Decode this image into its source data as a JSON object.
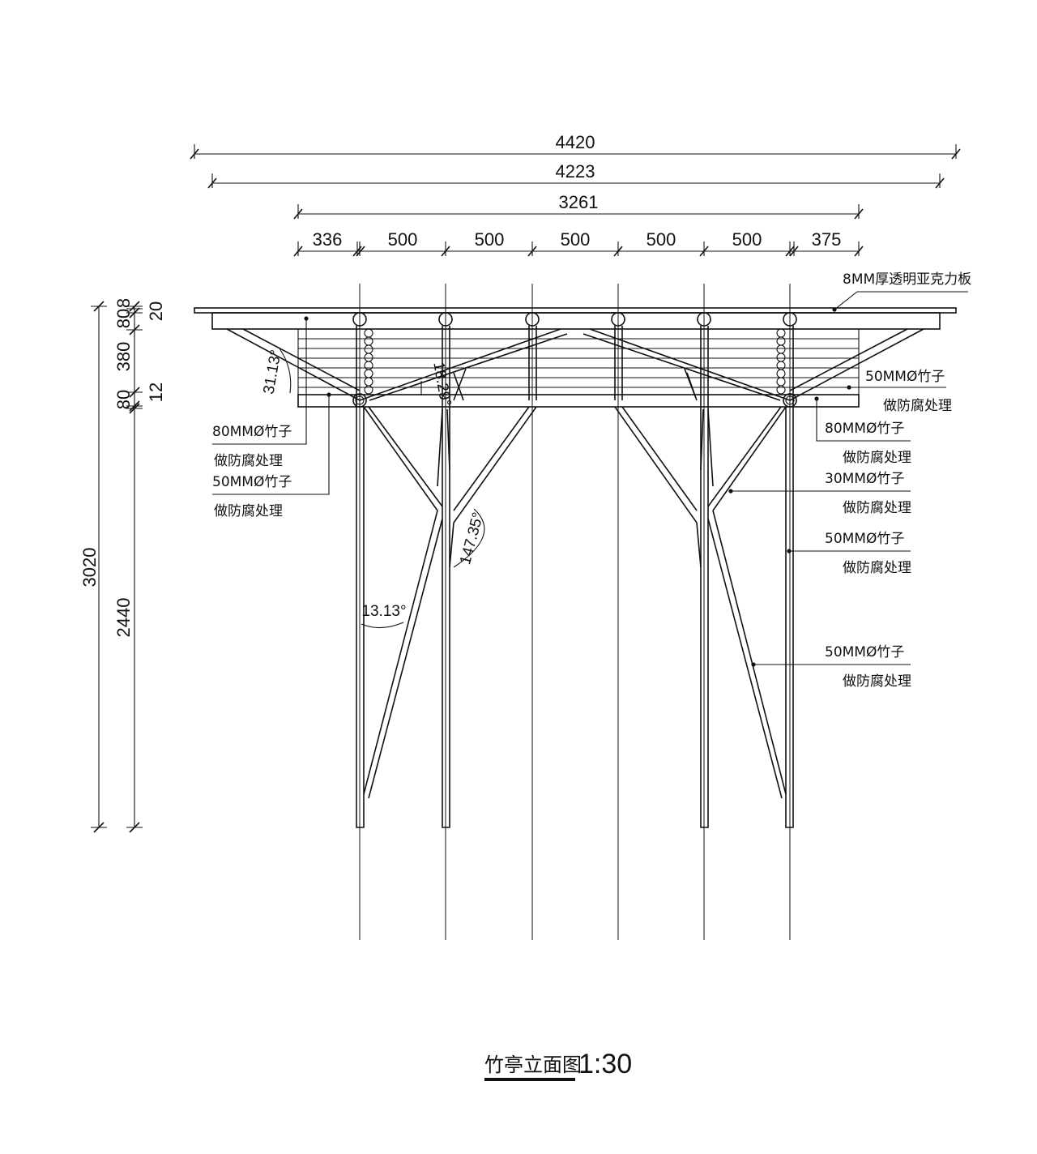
{
  "drawing": {
    "title": "竹亭立面图",
    "scale": "1:30"
  },
  "dimensions": {
    "overall": [
      "4420",
      "4223",
      "3261"
    ],
    "segments": [
      "336",
      "500",
      "500",
      "500",
      "500",
      "500",
      "375"
    ],
    "vertical_total": "3020",
    "vertical_column": "2440",
    "vertical_small": [
      "80",
      "8",
      "20",
      "380",
      "80",
      "12"
    ]
  },
  "angles": [
    "31.13°",
    "18.29°",
    "147.35°",
    "13.13°"
  ],
  "labels": {
    "acrylic": "8MM厚透明亚克力板",
    "left": [
      {
        "spec": "80MMØ竹子",
        "note": "做防腐处理"
      },
      {
        "spec": "50MMØ竹子",
        "note": "做防腐处理"
      }
    ],
    "right": [
      {
        "spec": "50MMØ竹子",
        "note": "做防腐处理"
      },
      {
        "spec": "80MMØ竹子",
        "note": "做防腐处理"
      },
      {
        "spec": "30MMØ竹子",
        "note": "做防腐处理"
      },
      {
        "spec": "50MMØ竹子",
        "note": "做防腐处理"
      },
      {
        "spec": "50MMØ竹子",
        "note": "做防腐处理"
      }
    ]
  },
  "icons": [
    "leader-dot-icon",
    "dimension-tick-icon",
    "bamboo-section-icon"
  ]
}
